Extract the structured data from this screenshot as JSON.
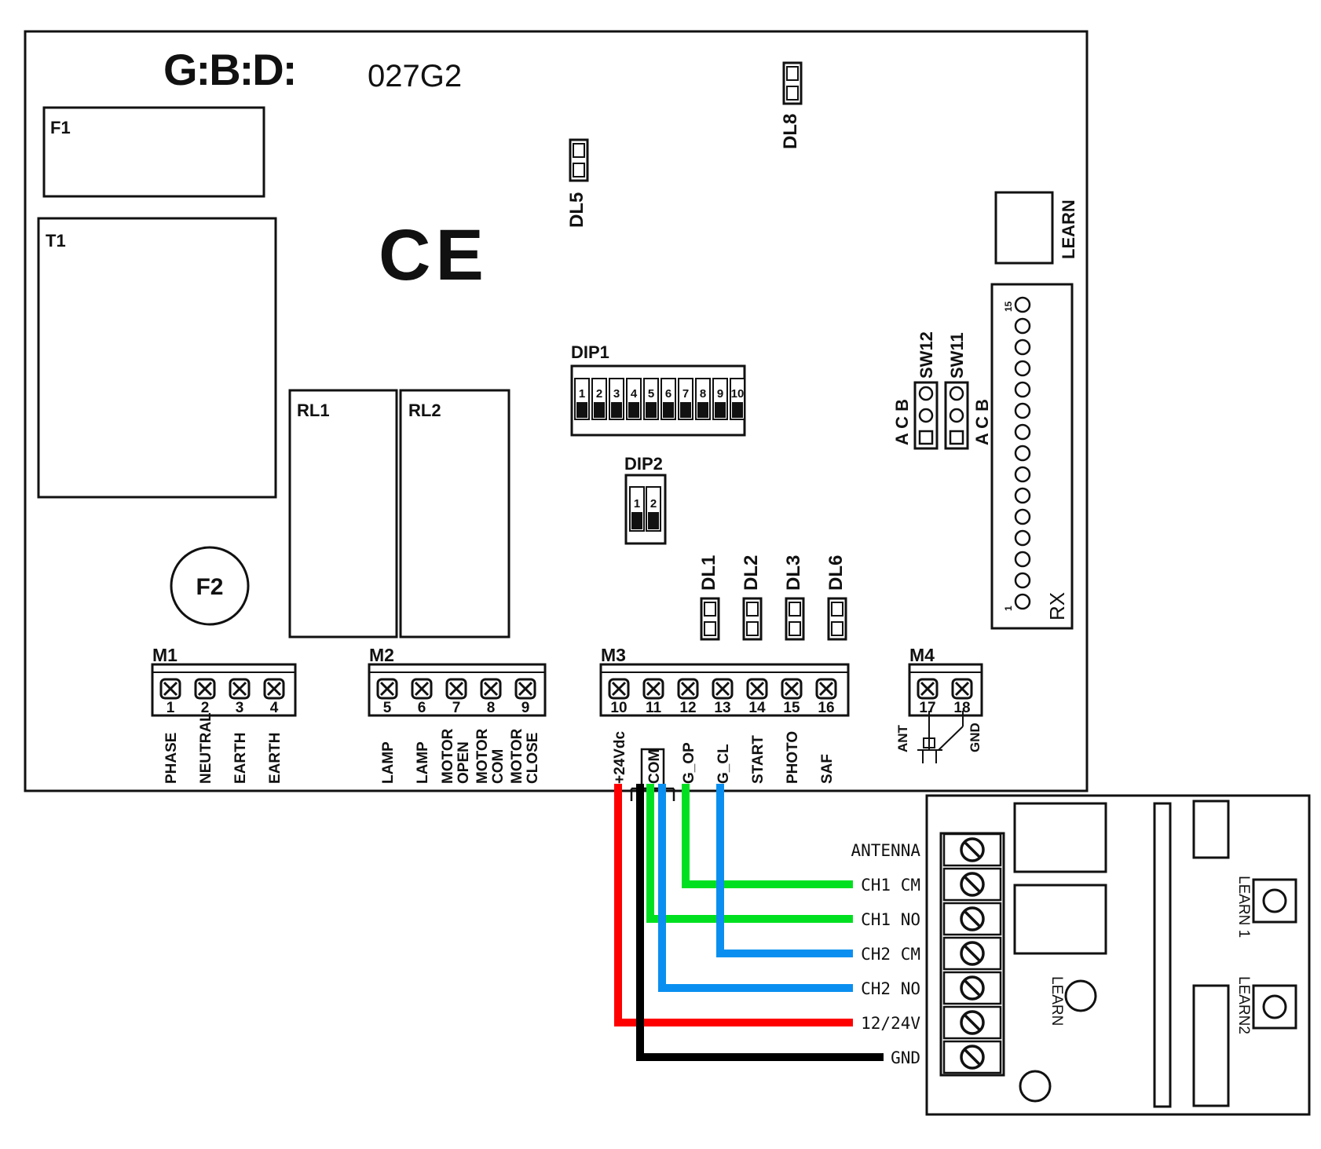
{
  "board": {
    "brand": "G:B:D:",
    "model": "027G2",
    "ce_mark": "CE",
    "fuse1": "F1",
    "transformer": "T1",
    "fuse2": "F2",
    "relay1": "RL1",
    "relay2": "RL2",
    "dip1": {
      "label": "DIP1",
      "switches": [
        "1",
        "2",
        "3",
        "4",
        "5",
        "6",
        "7",
        "8",
        "9",
        "10"
      ]
    },
    "dip2": {
      "label": "DIP2",
      "switches": [
        "1",
        "2"
      ]
    },
    "learn_button": "LEARN",
    "rx_connector": {
      "label": "RX",
      "pin_first": "1",
      "pin_last": "15"
    },
    "jumper_sw12": {
      "label": "SW12",
      "pins": "A C B"
    },
    "jumper_sw11": {
      "label": "SW11",
      "pins": "A C B"
    },
    "leds": [
      {
        "id": "dl5",
        "label": "DL5"
      },
      {
        "id": "dl8",
        "label": "DL8"
      },
      {
        "id": "dl1",
        "label": "DL1"
      },
      {
        "id": "dl2",
        "label": "DL2"
      },
      {
        "id": "dl3",
        "label": "DL3"
      },
      {
        "id": "dl6",
        "label": "DL6"
      }
    ],
    "terminal_blocks": [
      {
        "id": "m1",
        "label": "M1",
        "terminals": [
          {
            "num": "1",
            "func": "PHASE"
          },
          {
            "num": "2",
            "func": "NEUTRAL"
          },
          {
            "num": "3",
            "func": "EARTH"
          },
          {
            "num": "4",
            "func": "EARTH"
          }
        ]
      },
      {
        "id": "m2",
        "label": "M2",
        "terminals": [
          {
            "num": "5",
            "func": "LAMP"
          },
          {
            "num": "6",
            "func": "LAMP"
          },
          {
            "num": "7",
            "func": "MOTOR OPEN"
          },
          {
            "num": "8",
            "func": "MOTOR COM"
          },
          {
            "num": "9",
            "func": "MOTOR CLOSE"
          }
        ]
      },
      {
        "id": "m3",
        "label": "M3",
        "terminals": [
          {
            "num": "10",
            "func": "+24Vdc"
          },
          {
            "num": "11",
            "func": "COM"
          },
          {
            "num": "12",
            "func": "G_OP"
          },
          {
            "num": "13",
            "func": "G_CL"
          },
          {
            "num": "14",
            "func": "START"
          },
          {
            "num": "15",
            "func": "PHOTO"
          },
          {
            "num": "16",
            "func": "SAF"
          }
        ]
      },
      {
        "id": "m4",
        "label": "M4",
        "terminals": [
          {
            "num": "17",
            "func": "ANT"
          },
          {
            "num": "18",
            "func": "GND"
          }
        ]
      }
    ]
  },
  "receiver": {
    "terminals": [
      "ANTENNA",
      "CH1 CM",
      "CH1 NO",
      "CH2 CM",
      "CH2 NO",
      "12/24V",
      "GND"
    ],
    "learn_label": "LEARN",
    "learn1": "LEARN 1",
    "learn2": "LEARN2"
  },
  "wire_colors": {
    "red": "#ff0000",
    "black": "#000000",
    "green": "#00e020",
    "blue": "#0a8ff0"
  }
}
